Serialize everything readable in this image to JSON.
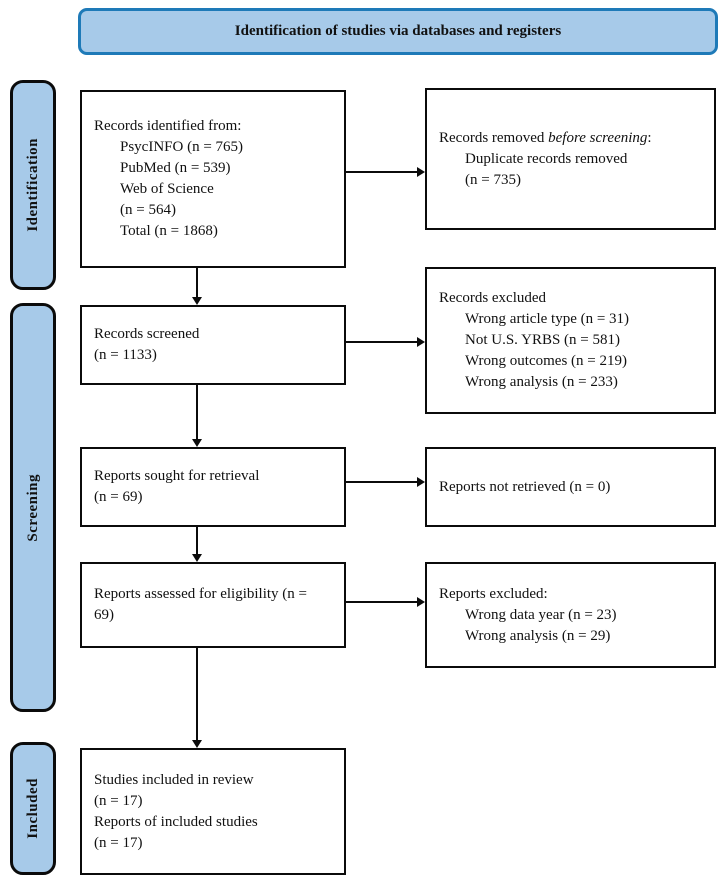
{
  "header": {
    "title": "Identification of studies via databases and registers"
  },
  "sidebar": {
    "items": [
      {
        "label": "Identification"
      },
      {
        "label": "Screening"
      },
      {
        "label": "Included"
      }
    ]
  },
  "flow": {
    "records_identified": {
      "title": "Records identified from:",
      "items": [
        "PsycINFO (n = 765)",
        "PubMed (n = 539)",
        "Web of Science",
        "(n = 564)",
        "Total (n = 1868)"
      ]
    },
    "records_removed": {
      "prefix": "Records removed ",
      "italic": "before screening",
      "suffix": ":",
      "items": [
        "Duplicate records removed",
        "(n = 735)"
      ]
    },
    "records_screened": {
      "lines": [
        "Records screened",
        "(n = 1133)"
      ]
    },
    "records_excluded": {
      "title": "Records excluded",
      "items": [
        "Wrong article type (n = 31)",
        "Not U.S. YRBS (n = 581)",
        "Wrong outcomes (n = 219)",
        "Wrong analysis (n = 233)"
      ]
    },
    "reports_sought": {
      "lines": [
        "Reports sought for retrieval",
        "(n = 69)"
      ]
    },
    "reports_not_retrieved": {
      "line": "Reports not retrieved (n = 0)"
    },
    "reports_assessed": {
      "lines": [
        "Reports assessed for eligibility (n =",
        "69)"
      ]
    },
    "reports_excluded": {
      "title": "Reports excluded:",
      "items": [
        "Wrong data year (n = 23)",
        "Wrong analysis (n = 29)"
      ]
    },
    "studies_included": {
      "lines": [
        "Studies included in review",
        "(n = 17)",
        "Reports of included studies",
        "(n = 17)"
      ]
    }
  },
  "colors": {
    "panel_fill": "#a7cae9",
    "header_border": "#1e7ab8",
    "box_border": "#0b0b0b",
    "arrow": "#0b0b0b"
  }
}
